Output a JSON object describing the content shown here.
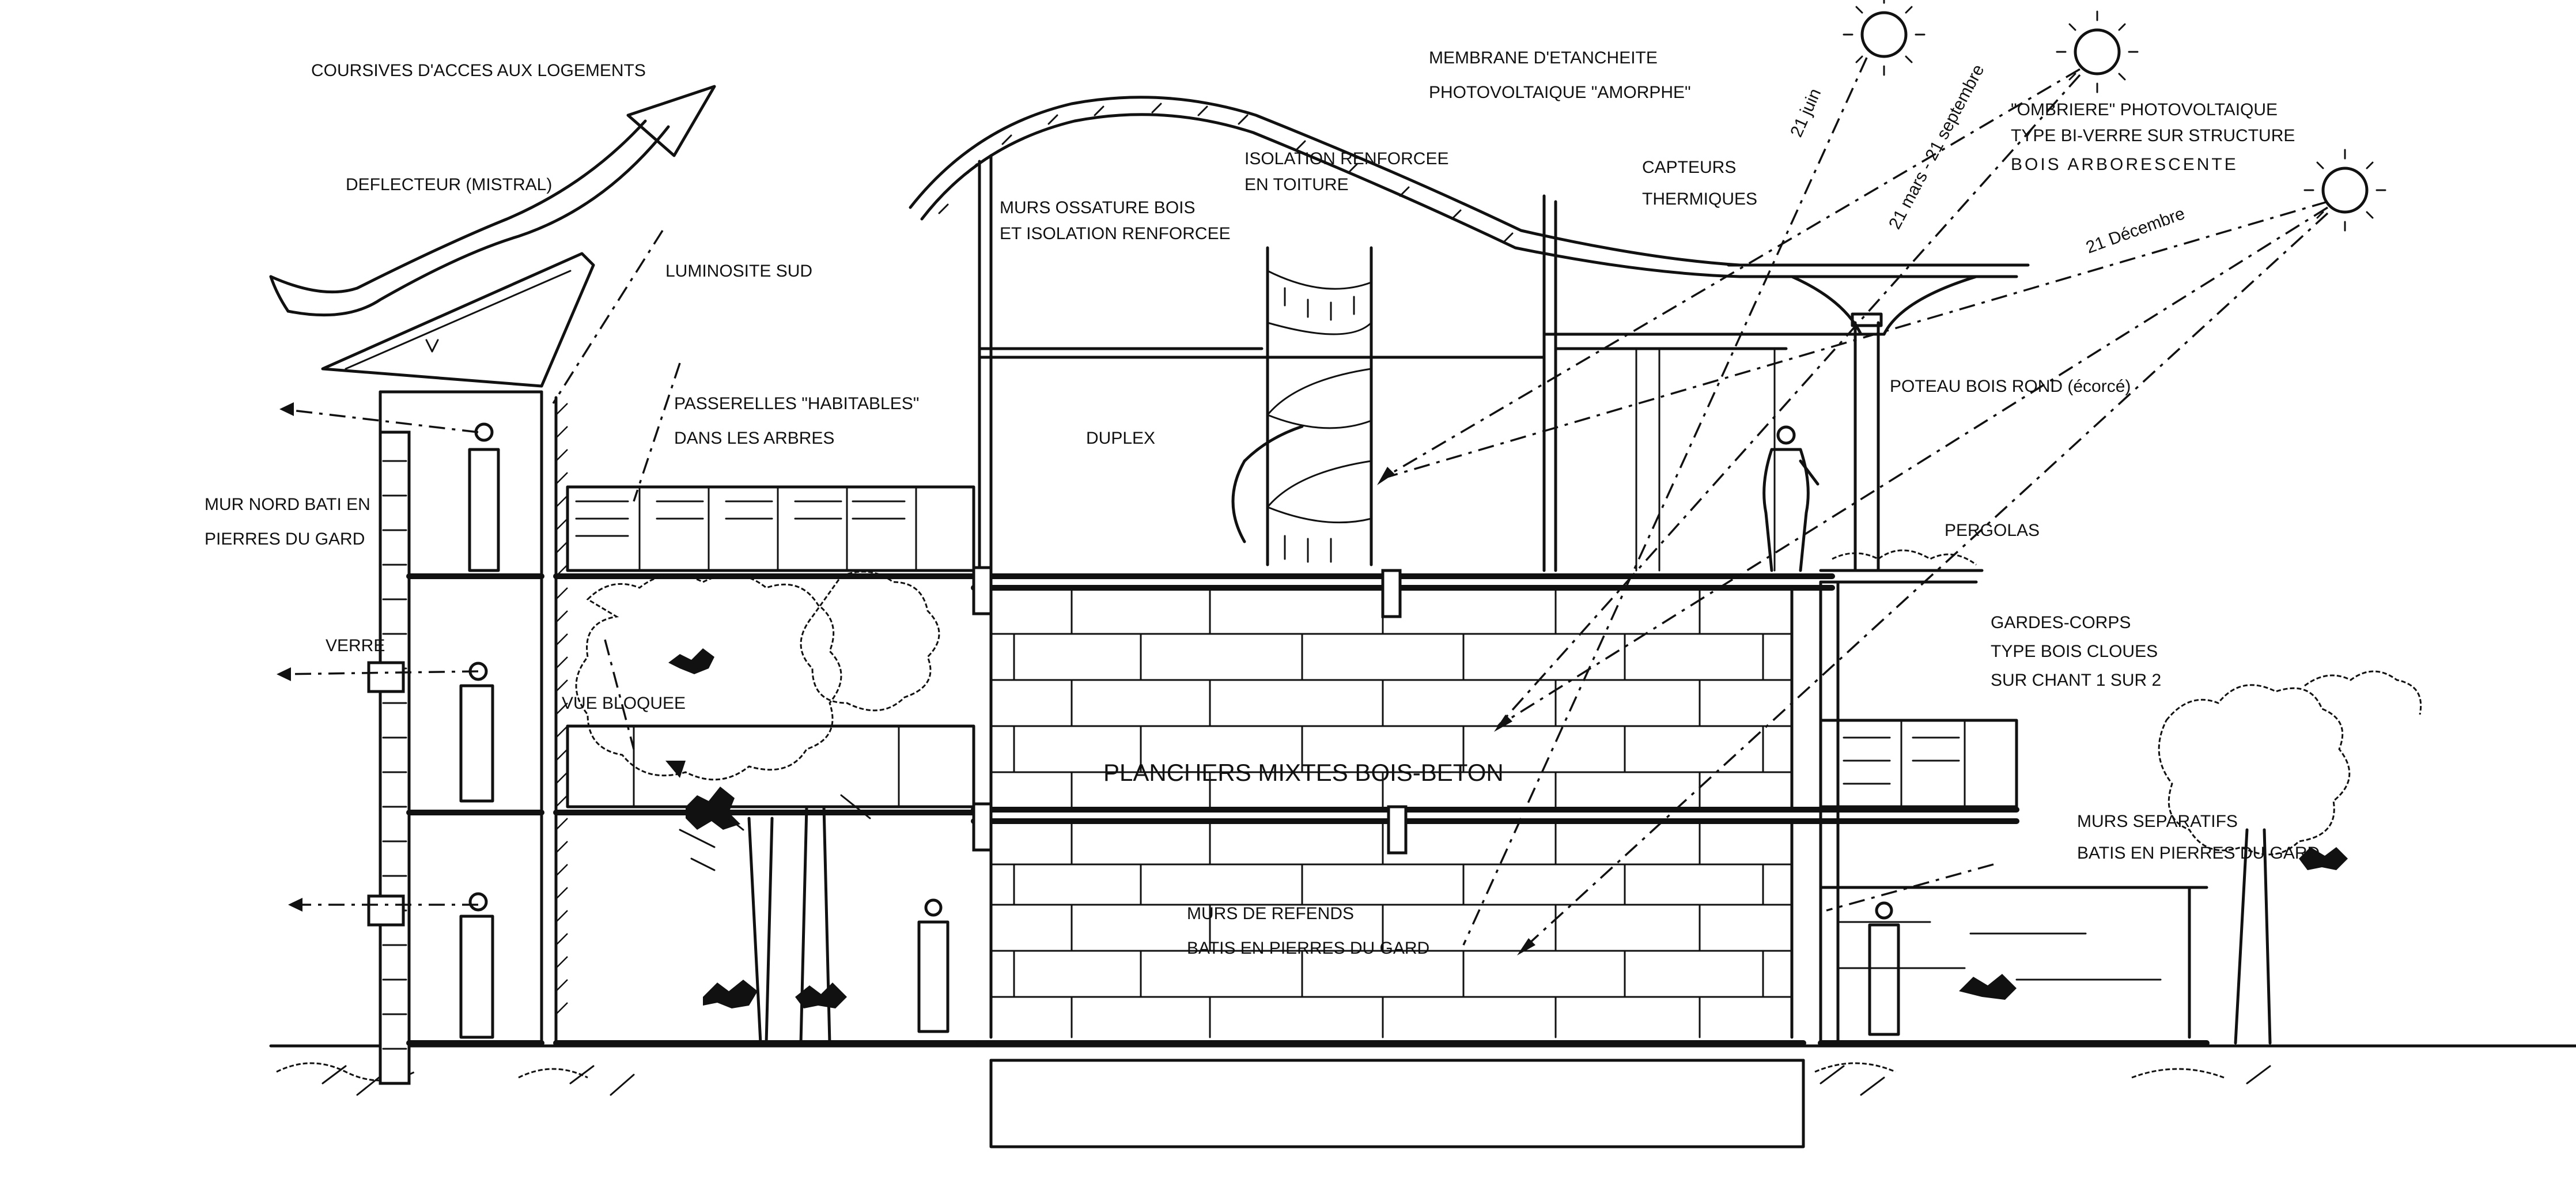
{
  "labels": {
    "coursives": "COURSIVES D'ACCES AUX LOGEMENTS",
    "deflecteur": "DEFLECTEUR (MISTRAL)",
    "luminosite": "LUMINOSITE SUD",
    "passerelles_1": "PASSERELLES \"HABITABLES\"",
    "passerelles_2": "DANS LES ARBRES",
    "mur_nord_1": "MUR NORD BATI EN",
    "mur_nord_2": "PIERRES DU GARD",
    "verre": "VERRE",
    "vue_bloquee": "VUE BLOQUEE",
    "membrane_1": "MEMBRANE D'ETANCHEITE",
    "membrane_2": "PHOTOVOLTAIQUE \"AMORPHE\"",
    "murs_ossature_1": "MURS OSSATURE BOIS",
    "murs_ossature_2": "ET ISOLATION RENFORCEE",
    "isolation_1": "ISOLATION RENFORCEE",
    "isolation_2": "EN TOITURE",
    "duplex": "DUPLEX",
    "capteurs_1": "CAPTEURS",
    "capteurs_2": "THERMIQUES",
    "ombriere_1": "\"OMBRIERE\" PHOTOVOLTAIQUE",
    "ombriere_2": "TYPE BI-VERRE SUR STRUCTURE",
    "ombriere_3": "BOIS ARBORESCENTE",
    "sun_june": "21 juin",
    "sun_march_sept": "21 mars - 21 septembre",
    "sun_december": "21 Décembre",
    "poteau": "POTEAU BOIS ROND (écorcé)",
    "pergolas": "PERGOLAS",
    "gardes_1": "GARDES-CORPS",
    "gardes_2": "TYPE BOIS CLOUES",
    "gardes_3": "SUR CHANT 1 SUR 2",
    "planchers": "PLANCHERS MIXTES BOIS-BETON",
    "murs_sep_1": "MURS SEPARATIFS",
    "murs_sep_2": "BATIS EN PIERRES DU GARD",
    "murs_ref_1": "MURS DE REFENDS",
    "murs_ref_2": "BATIS EN PIERRES DU GARD"
  },
  "icons": {
    "sun": "sun-icon",
    "wind_arrow": "wind-arrow-icon",
    "person": "person-icon"
  },
  "colors": {
    "ink": "#111111",
    "paper": "#ffffff"
  }
}
